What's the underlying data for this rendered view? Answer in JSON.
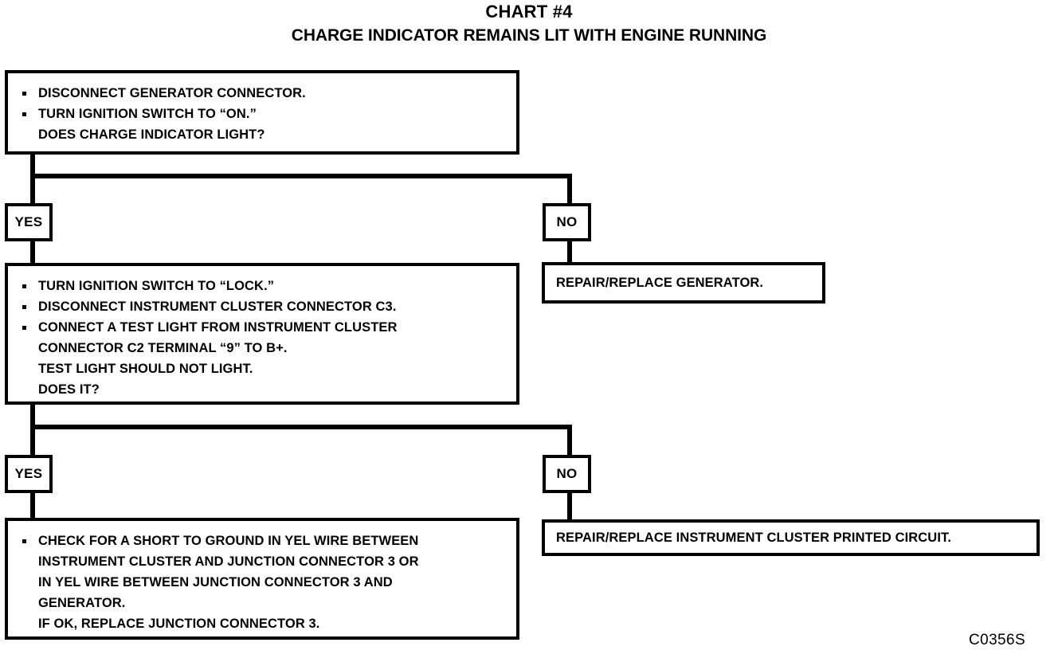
{
  "document": {
    "title_main": "CHART #4",
    "title_sub": "CHARGE INDICATOR REMAINS LIT WITH ENGINE RUNNING",
    "code_label": "C0356S",
    "ink_color": "#000000",
    "background_color": "#ffffff"
  },
  "flow": {
    "step1": {
      "lines": [
        {
          "text": "DISCONNECT GENERATOR CONNECTOR.",
          "bullet": true
        },
        {
          "text": "TURN IGNITION SWITCH TO “ON.”",
          "bullet": true
        },
        {
          "text": "DOES CHARGE INDICATOR LIGHT?",
          "bullet": false
        }
      ]
    },
    "branch1": {
      "yes_label": "YES",
      "no_label": "NO"
    },
    "step1_no_result": {
      "lines": [
        {
          "text": "REPAIR/REPLACE GENERATOR.",
          "bullet": false
        }
      ]
    },
    "step2": {
      "lines": [
        {
          "text": "TURN IGNITION SWITCH TO “LOCK.”",
          "bullet": true
        },
        {
          "text": "DISCONNECT INSTRUMENT CLUSTER CONNECTOR C3.",
          "bullet": true
        },
        {
          "text": "CONNECT A TEST LIGHT FROM INSTRUMENT CLUSTER",
          "bullet": true
        },
        {
          "text": "CONNECTOR C2 TERMINAL “9” TO B+.",
          "bullet": false
        },
        {
          "text": "TEST LIGHT SHOULD NOT LIGHT.",
          "bullet": false
        },
        {
          "text": "DOES IT?",
          "bullet": false
        }
      ]
    },
    "branch2": {
      "yes_label": "YES",
      "no_label": "NO"
    },
    "step2_no_result": {
      "lines": [
        {
          "text": "REPAIR/REPLACE INSTRUMENT CLUSTER PRINTED CIRCUIT.",
          "bullet": false
        }
      ]
    },
    "step3": {
      "lines": [
        {
          "text": "CHECK FOR A SHORT TO GROUND IN YEL WIRE BETWEEN",
          "bullet": true
        },
        {
          "text": "INSTRUMENT CLUSTER AND JUNCTION CONNECTOR 3 OR",
          "bullet": false
        },
        {
          "text": "IN YEL WIRE BETWEEN JUNCTION CONNECTOR 3 AND",
          "bullet": false
        },
        {
          "text": "GENERATOR.",
          "bullet": false
        },
        {
          "text": "IF OK, REPLACE JUNCTION CONNECTOR 3.",
          "bullet": false
        }
      ]
    }
  }
}
